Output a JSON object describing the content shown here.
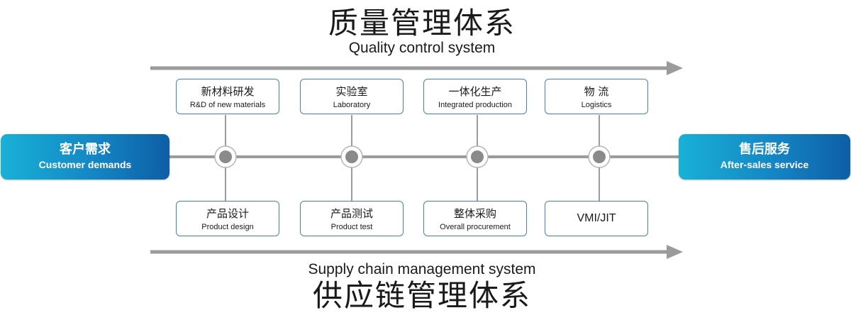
{
  "top": {
    "title_cn": "质量管理体系",
    "title_en": "Quality control system"
  },
  "bottom": {
    "title_en": "Supply chain management system",
    "title_cn": "供应链管理体系"
  },
  "start": {
    "cn": "客户需求",
    "en": "Customer demands"
  },
  "end": {
    "cn": "售后服务",
    "en": "After-sales service"
  },
  "top_boxes": [
    {
      "cn": "新材料研发",
      "en": "R&D of new materials"
    },
    {
      "cn": "实验室",
      "en": "Laboratory"
    },
    {
      "cn": "一体化生产",
      "en": "Integrated production"
    },
    {
      "cn": "物 流",
      "en": "Logistics"
    }
  ],
  "bottom_boxes": [
    {
      "cn": "产品设计",
      "en": "Product design"
    },
    {
      "cn": "产品测试",
      "en": "Product test"
    },
    {
      "cn": "整体采购",
      "en": "Overall procurement"
    },
    {
      "only": "VMI/JIT"
    }
  ],
  "colors": {
    "line": "#9b9b9b",
    "box_border": "#4a7fb6",
    "gradient_start": "#18b1d6",
    "gradient_end": "#0e5ea5"
  }
}
